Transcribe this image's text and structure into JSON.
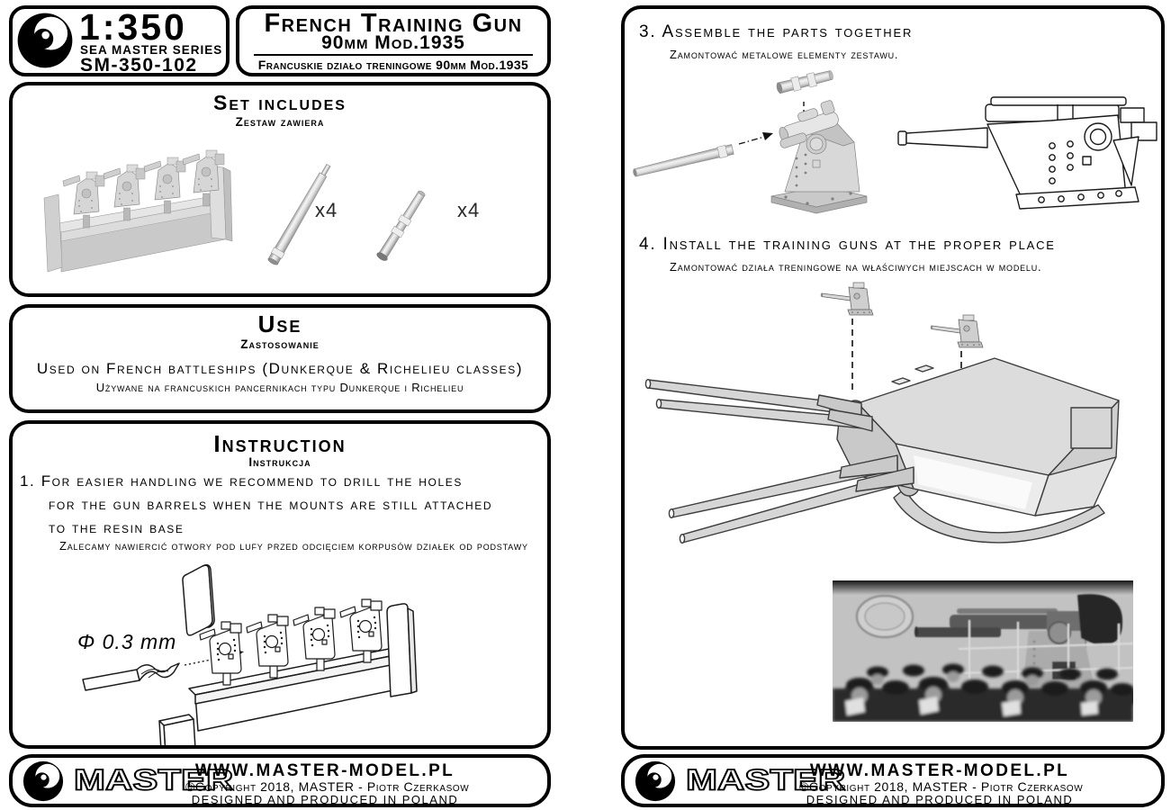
{
  "brand": {
    "scale": "1:350",
    "series": "SEA MASTER SERIES",
    "sku": "SM-350-102"
  },
  "title": {
    "main": "French Training Gun",
    "sub": "90mm Mod.1935",
    "sub_pl": "Francuskie działo treningowe 90mm Mod.1935"
  },
  "set_includes": {
    "title": "Set includes",
    "title_pl": "Zestaw zawiera",
    "barrel_qty": "x4",
    "sleeve_qty": "x4"
  },
  "use": {
    "title": "Use",
    "title_pl": "Zastosowanie",
    "text": "Used on French battleships (Dunkerque & Richelieu classes)",
    "text_pl": "Używane na francuskich pancernikach typu Dunkerque i Richelieu"
  },
  "instruction": {
    "title": "Instruction",
    "title_pl": "Instrukcja",
    "lines": [
      "1. For easier handling we recommend to drill the holes",
      "for the gun barrels when the mounts are still attached",
      "to the resin base"
    ],
    "note_pl": "Zalecamy nawiercić otwory pod lufy przed odcięciem korpusów działek od podstawy",
    "drill_label": "Φ 0.3 mm"
  },
  "steps": {
    "step3_title": "3. Assemble the parts together",
    "step3_pl": "Zamontować metalowe elementy zestawu.",
    "step4_title": "4. Install the training guns at the proper place",
    "step4_pl": "Zamontować działa treningowe na właściwych miejscach w modelu."
  },
  "footer": {
    "brand": "MASTER",
    "website": "WWW.MASTER-MODEL.PL",
    "copyright": "©Copyright 2018, MASTER - Piotr Czerkasow",
    "madein": "DESIGNED AND PRODUCED IN POLAND"
  }
}
